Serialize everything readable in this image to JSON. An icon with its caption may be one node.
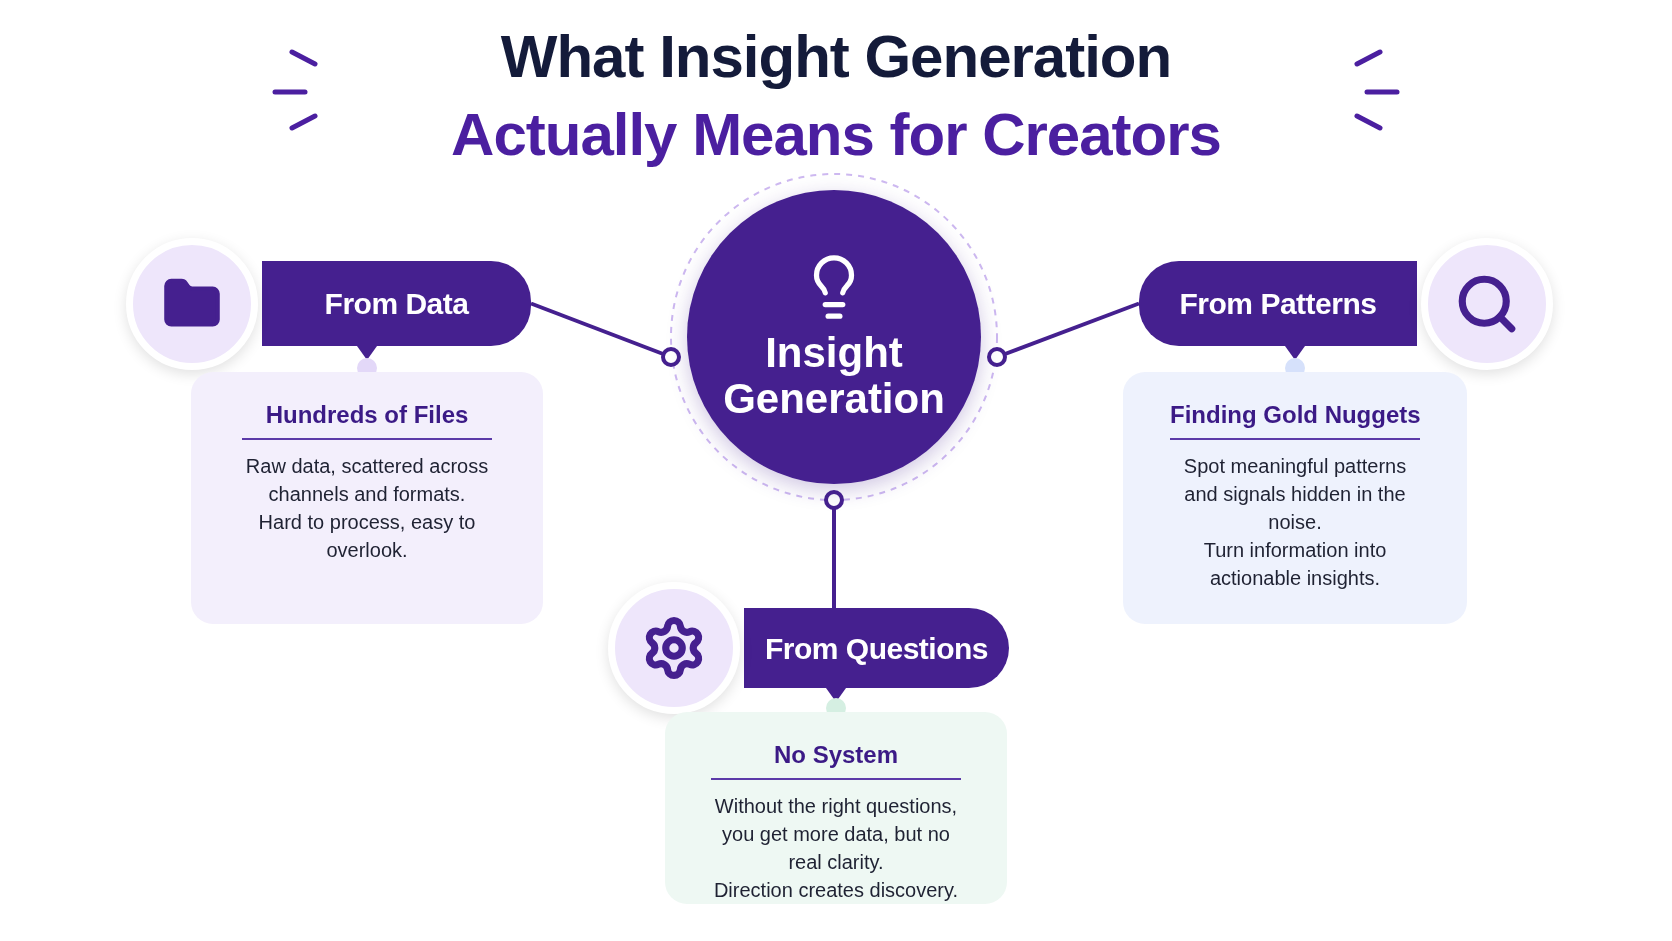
{
  "diagram": {
    "title": "What Insight Generation Actually Means for Creators",
    "nodes": [
      {
        "text": [
          "Insight Generation"
        ]
      },
      {
        "text": [
          "From Data"
        ]
      },
      {
        "text": [
          "Hundreds of Files",
          "Raw data, scattered across channels and formats.",
          "Hard to process, easy to overlook."
        ]
      },
      {
        "text": [
          "From Patterns"
        ]
      },
      {
        "text": [
          "Finding Gold Nuggets",
          "Spot meaningful patterns and signals hidden in the noise.",
          "Turn information into actionable insights."
        ]
      },
      {
        "text": [
          "From Questions"
        ]
      },
      {
        "text": [
          "No System",
          "Without the right questions, you get more data, but no real clarity.",
          "Direction creates discovery."
        ]
      }
    ],
    "edges": [
      {
        "from": 0,
        "to": 1,
        "arrow": "other"
      },
      {
        "from": 1,
        "to": 2,
        "arrow": "to"
      },
      {
        "from": 0,
        "to": 3,
        "arrow": "other"
      },
      {
        "from": 3,
        "to": 4,
        "arrow": "to"
      },
      {
        "from": 0,
        "to": 5,
        "arrow": "other"
      },
      {
        "from": 5,
        "to": 6,
        "arrow": "to"
      }
    ]
  }
}
